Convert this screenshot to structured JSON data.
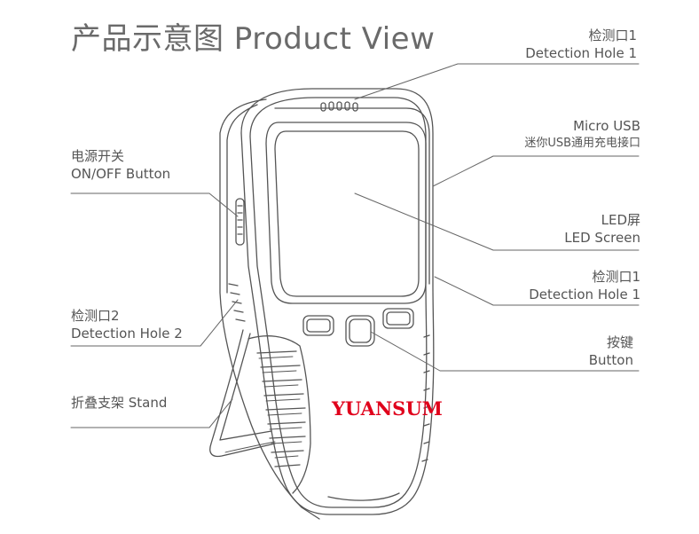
{
  "title": "产品示意图 Product View",
  "brand": "YUANSUM",
  "brand_color": "#e0001b",
  "line_color": "#555555",
  "labels": {
    "detection_hole_1_top": {
      "zh": "检测口1",
      "en": "Detection Hole 1"
    },
    "micro_usb": {
      "en": "Micro USB",
      "zh": "迷你USB通用充电接口"
    },
    "led_screen": {
      "zh": "LED屏",
      "en": "LED Screen"
    },
    "detection_hole_1_side": {
      "zh": "检测口1",
      "en": "Detection Hole 1"
    },
    "button": {
      "zh": "按键",
      "en": "Button"
    },
    "power_switch": {
      "zh": "电源开关",
      "en": "ON/OFF Button"
    },
    "detection_hole_2": {
      "zh": "检测口2",
      "en": "Detection Hole 2"
    },
    "stand": {
      "text": "折叠支架 Stand"
    }
  }
}
